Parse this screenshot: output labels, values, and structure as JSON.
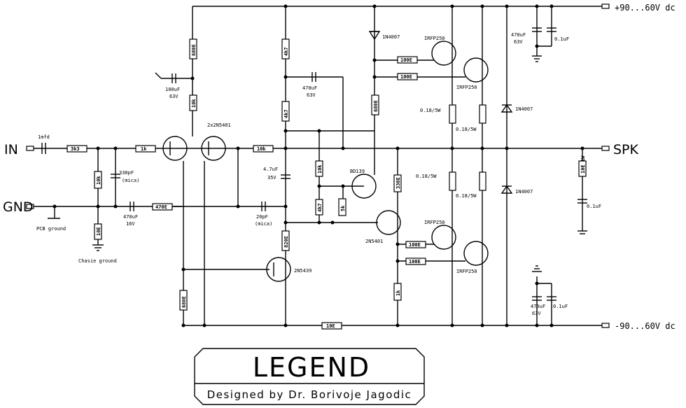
{
  "terminals": {
    "input": "IN",
    "ground": "GND",
    "speaker": "SPK",
    "pos_supply": "+90...60V dc",
    "neg_supply": "-90...60V dc"
  },
  "grounds": {
    "pcb": "PCB ground",
    "chassis": "Chasie ground"
  },
  "resistors": {
    "r_in": "3k3",
    "r_base": "1k",
    "r_shunt": "10k",
    "r_gnd": "10E",
    "r_fb": "470E",
    "r_top": "680E",
    "r_bias": "10k",
    "r_ff": "10k",
    "r_4k7_top": "4k7",
    "r_4k7_mid": "4k7",
    "r_vbe_10k": "10k",
    "r_vbe_4k7": "4k7",
    "r_trim": "5k",
    "r_drv_pos": "680E",
    "r_drv_neg": "330E",
    "r_820": "820E",
    "r_680_bot": "680E",
    "r_1k_bot": "1k",
    "r_10e_bot": "10E",
    "r_gate1": "100E",
    "r_gate2": "100E",
    "r_gate3": "100E",
    "r_gate4": "100E",
    "r_zob": "10E 1W"
  },
  "capacitors": {
    "c_in": "1mfd",
    "c_330": "330pF",
    "c_330_type": "(mica)",
    "c_100u": "100uF",
    "c_100u_v": "63V",
    "c_470_16": "470uF",
    "c_470_16_v": "16V",
    "c_470_63": "470uF",
    "c_470_63_v": "63V",
    "c_47": "4.7uF",
    "c_47_v": "35V",
    "c_20p": "20pF",
    "c_20p_type": "(mica)",
    "c_sup_pos": "470uF",
    "c_sup_pos_v": "63V",
    "c_sup_pos_ceramic": "0.1uF",
    "c_sup_neg": "470uF",
    "c_sup_neg_v": "63V",
    "c_sup_neg_ceramic": "0.1uF",
    "c_zob": "0.1uF"
  },
  "semis": {
    "q_input": "2x2N5401",
    "q_vas": "2N5439",
    "q_bias": "BD139",
    "q_drv": "2N5401",
    "mos1": "IRFP250",
    "mos2": "IRFP250",
    "mos3": "IRFP250",
    "mos4": "IRFP250",
    "d_top": "1N4007",
    "d_out_top": "1N4007",
    "d_out_bot": "1N4007"
  },
  "source_resistors": {
    "r1": "0.18/5W",
    "r2": "0.18/5W",
    "r3": "0.18/5W",
    "r4": "0.18/5W"
  },
  "legend": {
    "title": "LEGEND",
    "subtitle": "Designed by Dr. Borivoje Jagodic"
  }
}
